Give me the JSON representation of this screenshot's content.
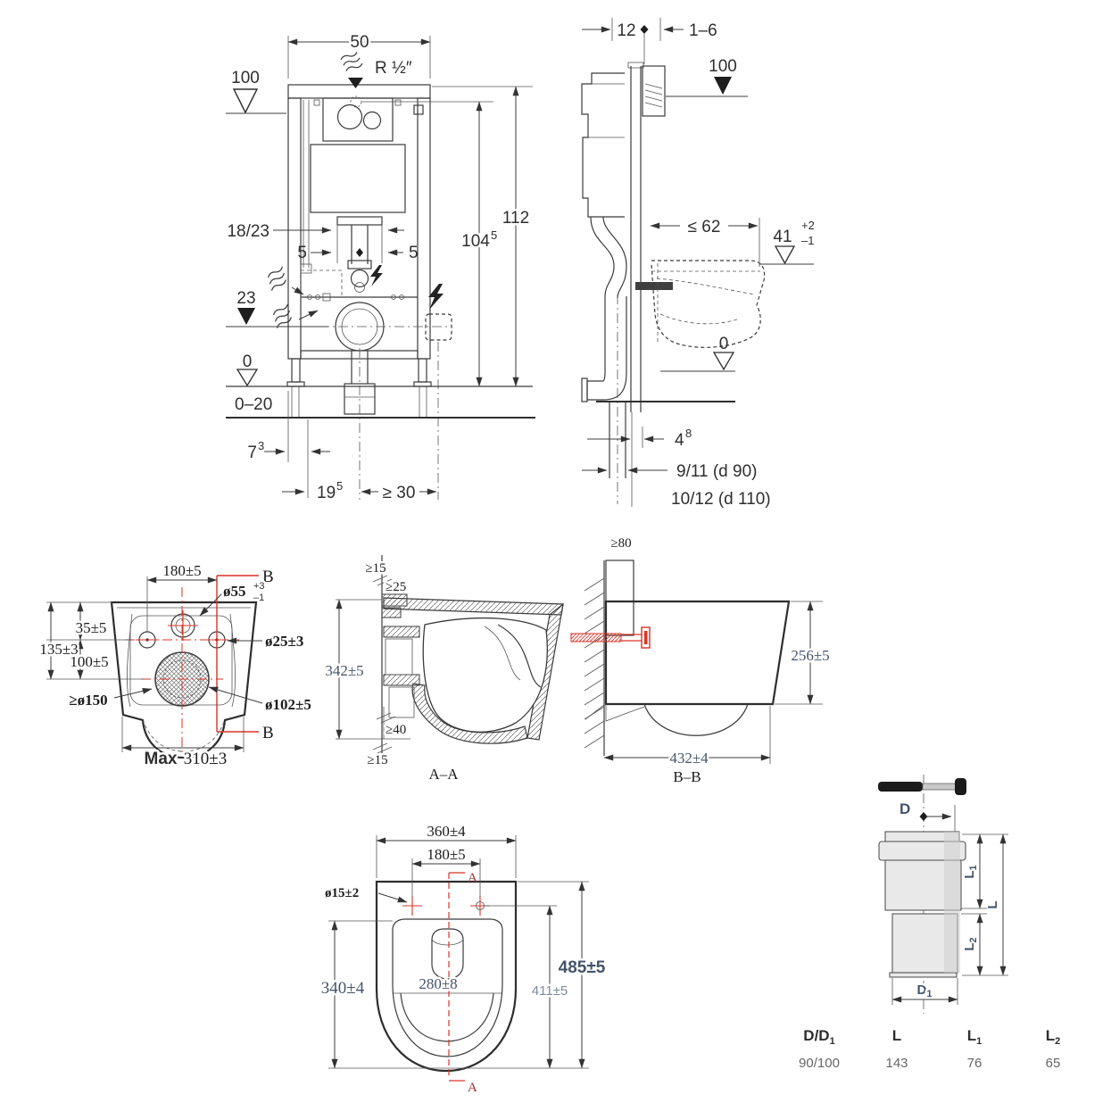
{
  "colors": {
    "line": "#3b3b3b",
    "red": "#d93427",
    "dim_blue": "#44546a",
    "dim_blue_light": "#7e8ba0",
    "pipe_fill": "#e9e9e9"
  },
  "front_view": {
    "dim_width": "50",
    "radius_label": "R ½″",
    "level_top": "100",
    "dim_height": "112",
    "dim_height2_base": "104",
    "dim_height2_sup": "5",
    "dim_pipe": "18/23",
    "dim_5l": "5",
    "dim_5r": "5",
    "level_mid": "23",
    "level_zero": "0",
    "range_bottom": "0–20",
    "dim_foot_base": "7",
    "dim_foot_sup": "3",
    "dim_center_base": "19",
    "dim_center_sup": "5",
    "dim_min": "≥ 30"
  },
  "side_view": {
    "dim_depth": "12",
    "dim_gap": "1–6",
    "level_top": "100",
    "dim_max": "≤ 62",
    "dim_41": "41",
    "tol_plus": "+2",
    "tol_minus": "–1",
    "level_zero": "0",
    "dim_4_base": "4",
    "dim_4_sup": "8",
    "pipe_note1": "9/11 (d 90)",
    "pipe_note2": "10/12 (d 110)"
  },
  "rear_view": {
    "dim_width": "180±5",
    "hole_top_base": "ø55",
    "hole_top_sup": "+3",
    "hole_top_sub": "–1",
    "dim_35": "35±5",
    "dim_135": "135±3",
    "dim_100": "100±5",
    "hole_side": "ø25±3",
    "drain_min": "≥ø150",
    "drain_dia": "ø102±5",
    "max_label": "Max",
    "max_dim": "310±3",
    "section_top": "B",
    "section_bottom": "B"
  },
  "section_aa": {
    "gap_top": "≥15",
    "gap_25": "≥25",
    "height": "342±5",
    "gap_40": "≥40",
    "gap_bottom": "≥15",
    "caption": "A–A"
  },
  "section_bb": {
    "stud": "≥80",
    "height": "256±5",
    "depth": "432±4",
    "caption": "B–B"
  },
  "top_view": {
    "width": "360±4",
    "holes": "180±5",
    "hole_dia": "ø15±2",
    "inner_len": "340±4",
    "bowl_width": "280±8",
    "len_411": "411±5",
    "len_485": "485±5",
    "section_top": "A",
    "section_bottom": "A"
  },
  "pipe_view": {
    "d": "D",
    "d1_base": "D",
    "d1_sub": "1",
    "l": "L",
    "l1_base": "L",
    "l1_sub": "1",
    "l2_base": "L",
    "l2_sub": "2"
  },
  "pipe_table": {
    "headers": [
      {
        "base": "D/D",
        "sub": "1"
      },
      {
        "base": "L",
        "sub": ""
      },
      {
        "base": "L",
        "sub": "1"
      },
      {
        "base": "L",
        "sub": "2"
      }
    ],
    "row": [
      "90/100",
      "143",
      "76",
      "65"
    ]
  }
}
